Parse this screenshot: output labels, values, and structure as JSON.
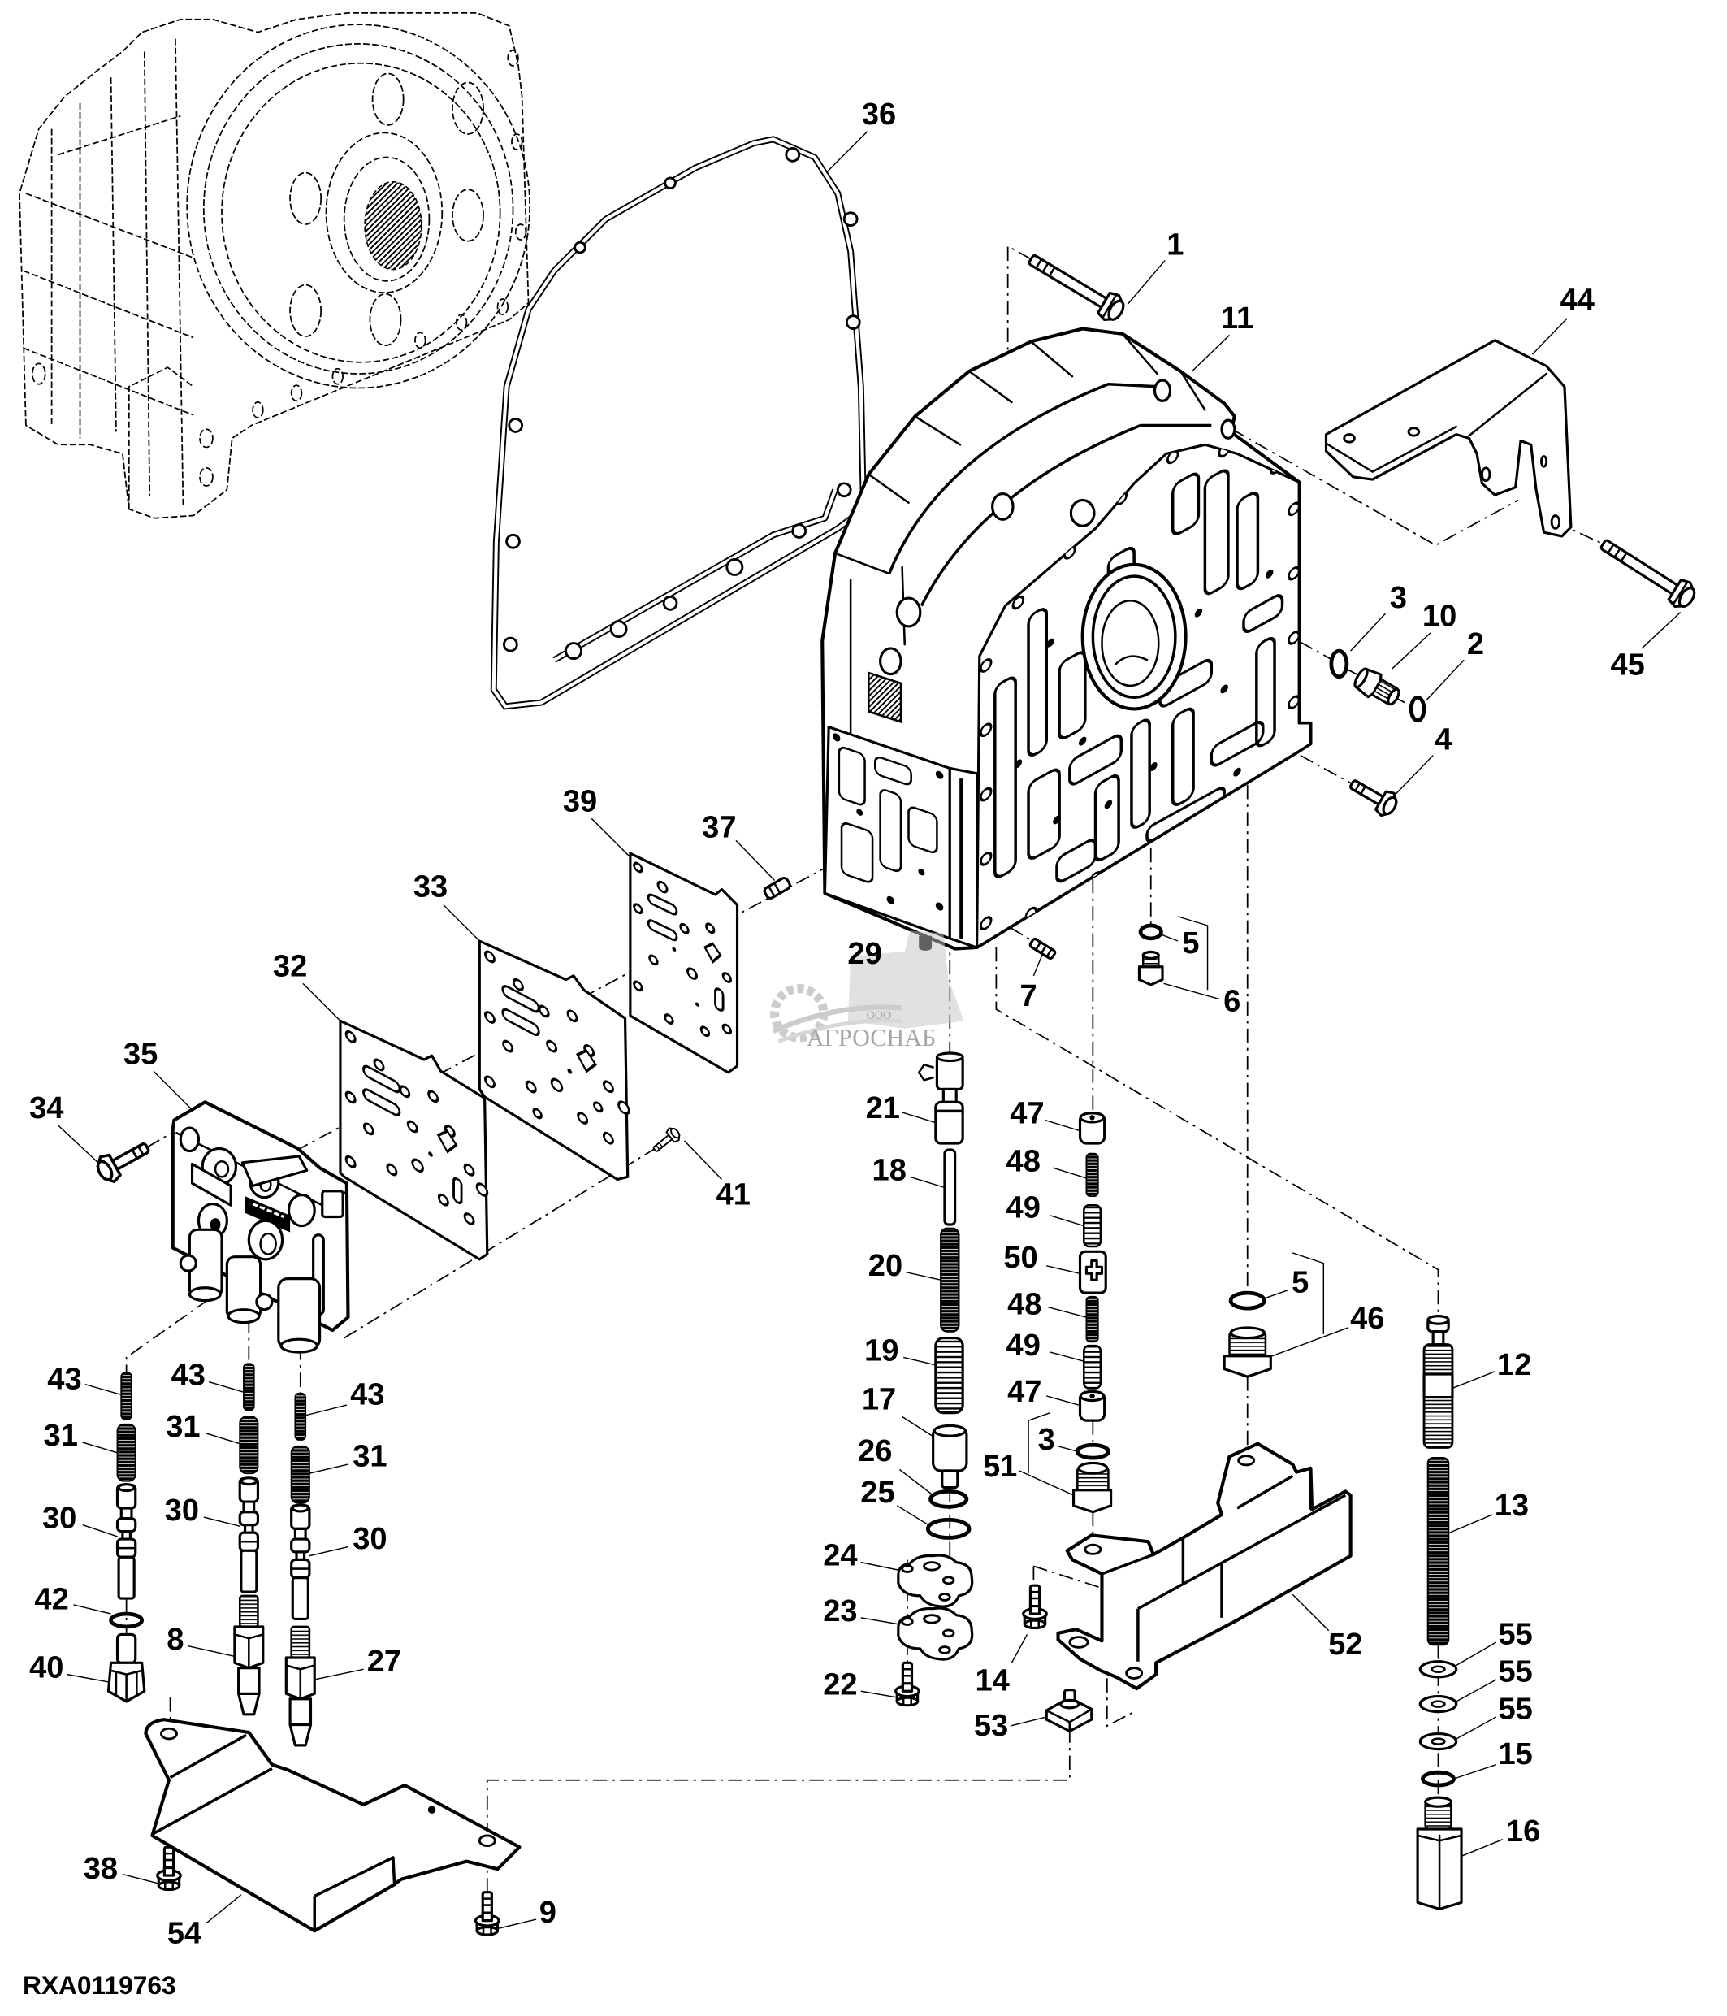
{
  "figure_id": "RXA0119763",
  "watermark": {
    "prefix": "ООО",
    "brand": "АГРОСНАБ"
  },
  "callouts": {
    "housing": [
      "36",
      "1",
      "11",
      "44",
      "3",
      "10",
      "2",
      "45",
      "4"
    ],
    "valve_plates": [
      "39",
      "37",
      "33",
      "29",
      "5",
      "7",
      "6",
      "32",
      "35",
      "34",
      "41"
    ],
    "center_stack": [
      "21",
      "18",
      "20",
      "19",
      "17",
      "26",
      "25",
      "24",
      "23",
      "22"
    ],
    "right_stack": [
      "47",
      "48",
      "49",
      "50",
      "48",
      "49",
      "47",
      "3",
      "51"
    ],
    "right_bracket": [
      "14",
      "53",
      "52",
      "5",
      "46"
    ],
    "relief_valve": [
      "12",
      "13",
      "55",
      "55",
      "55",
      "15",
      "16"
    ],
    "solenoid_left": [
      "43",
      "31",
      "30",
      "42",
      "40"
    ],
    "solenoid_middle": [
      "43",
      "31",
      "30",
      "8"
    ],
    "solenoid_right": [
      "43",
      "31",
      "30",
      "27"
    ],
    "lower_bracket": [
      "38",
      "54",
      "9"
    ]
  }
}
